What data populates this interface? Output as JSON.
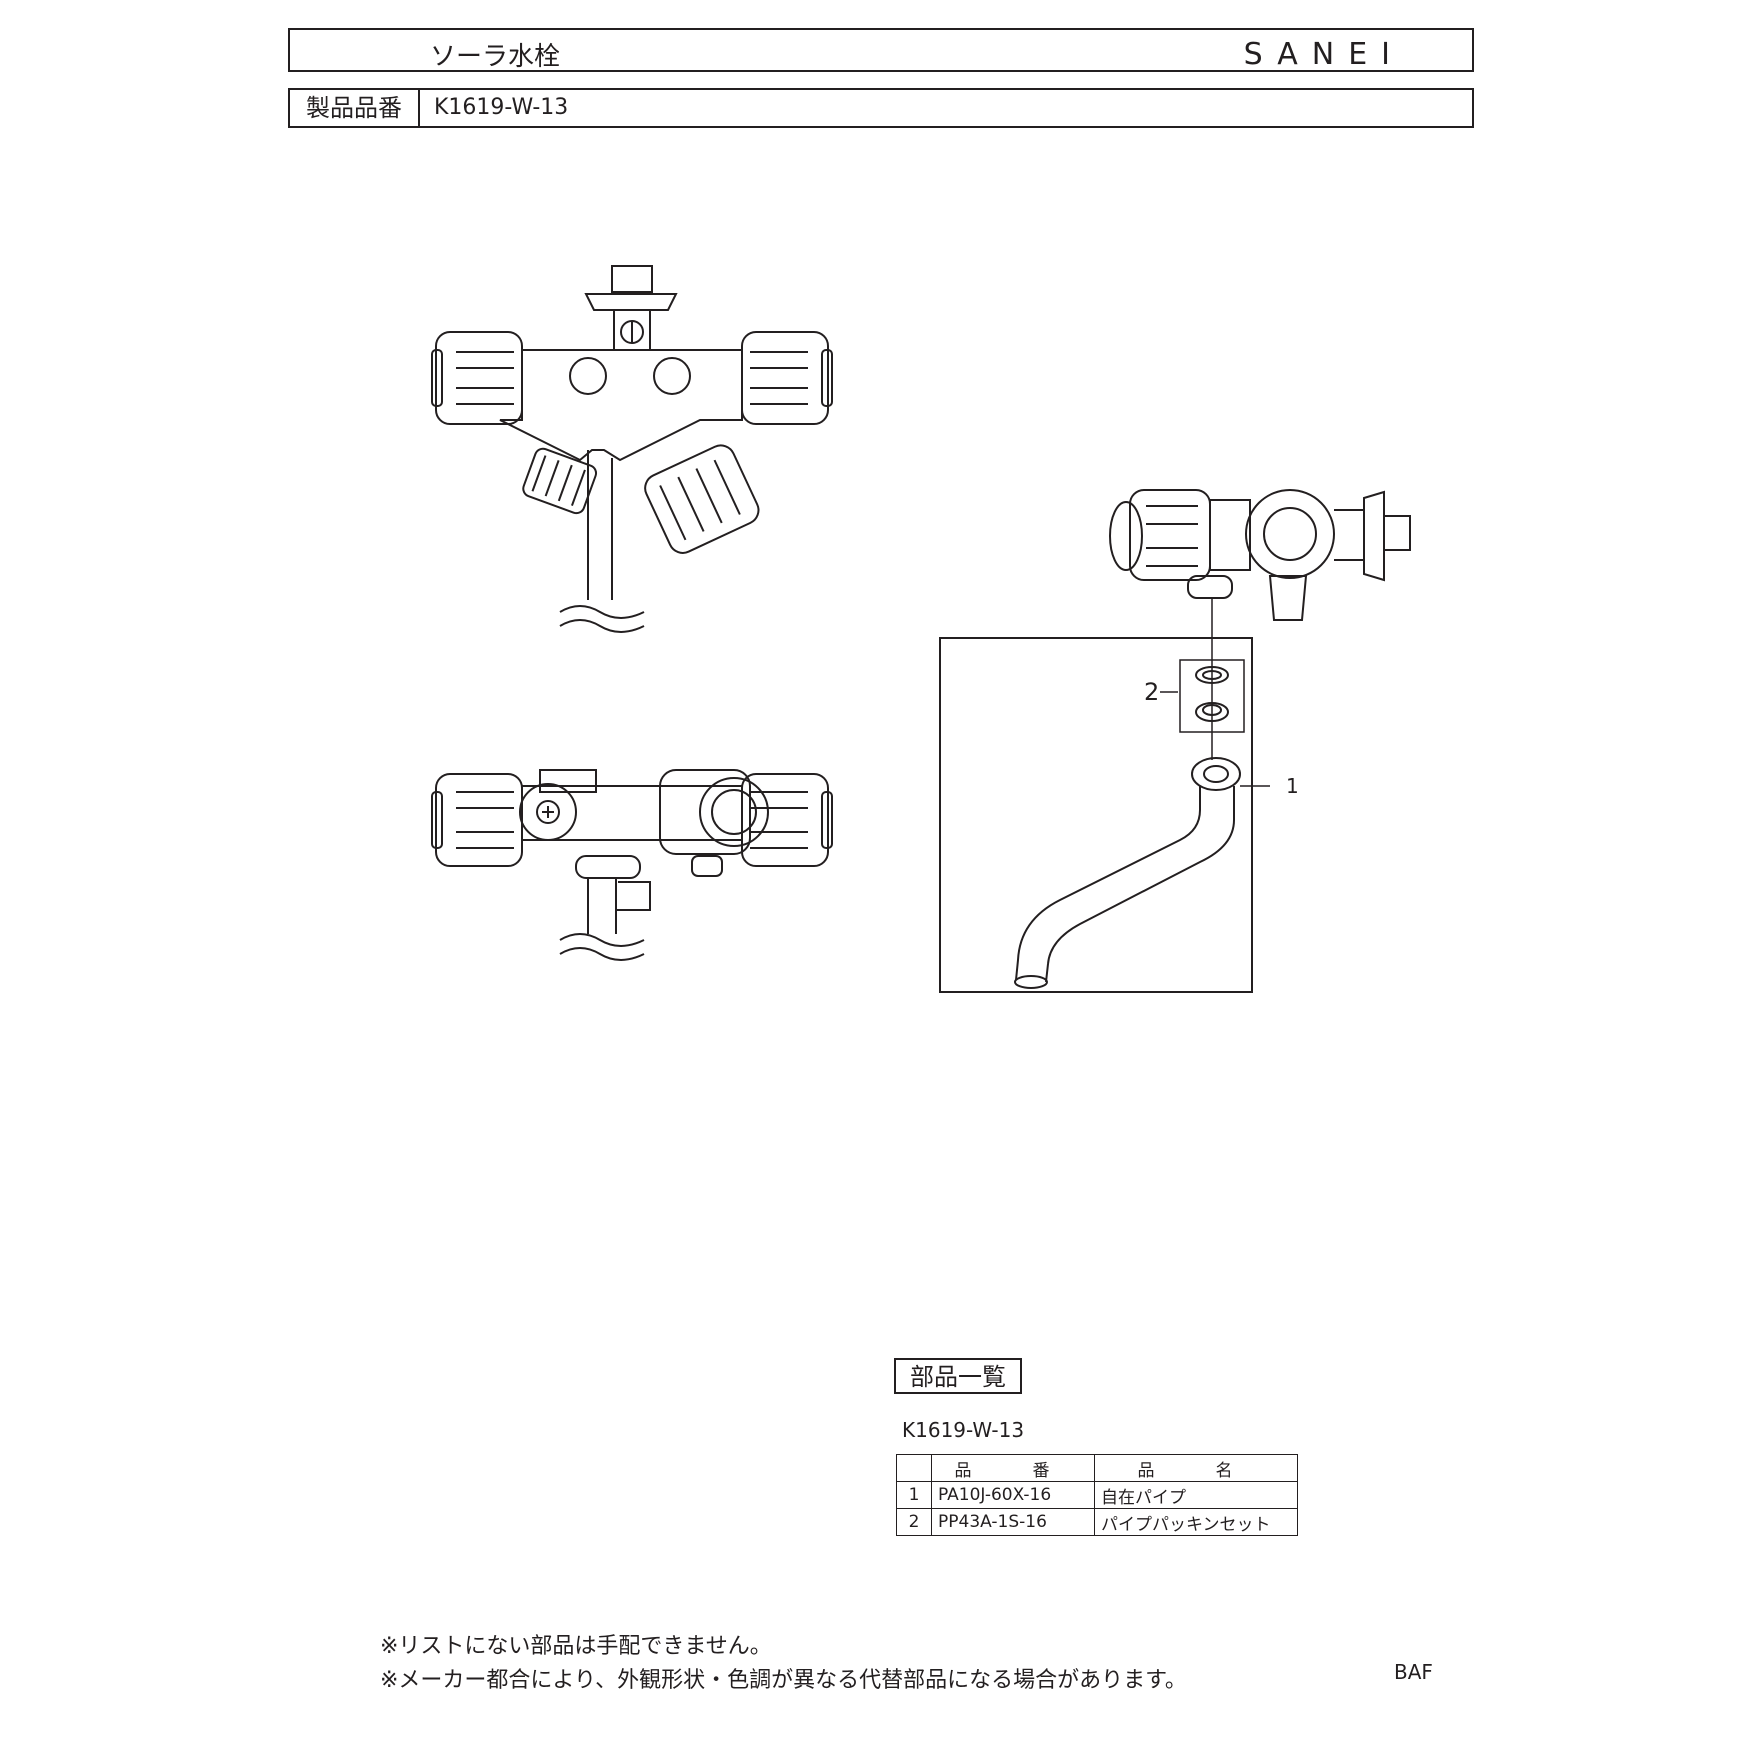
{
  "header": {
    "product_name": "ソーラ水栓",
    "brand": "SANEI",
    "part_number_label": "製品品番",
    "part_number": "K1619-W-13"
  },
  "callouts": {
    "pipe": "1",
    "packing": "2"
  },
  "parts_list": {
    "heading": "部品一覧",
    "model": "K1619-W-13",
    "columns": [
      "",
      "品　番",
      "品　名"
    ],
    "rows": [
      {
        "no": "1",
        "part_number": "PA10J-60X-16",
        "name": "自在パイプ"
      },
      {
        "no": "2",
        "part_number": "PP43A-1S-16",
        "name": "パイプパッキンセット"
      }
    ]
  },
  "notes": [
    "※リストにない部品は手配できません。",
    "※メーカー都合により、外観形状・色調が異なる代替部品になる場合があります。"
  ],
  "doc_code": "BAF"
}
